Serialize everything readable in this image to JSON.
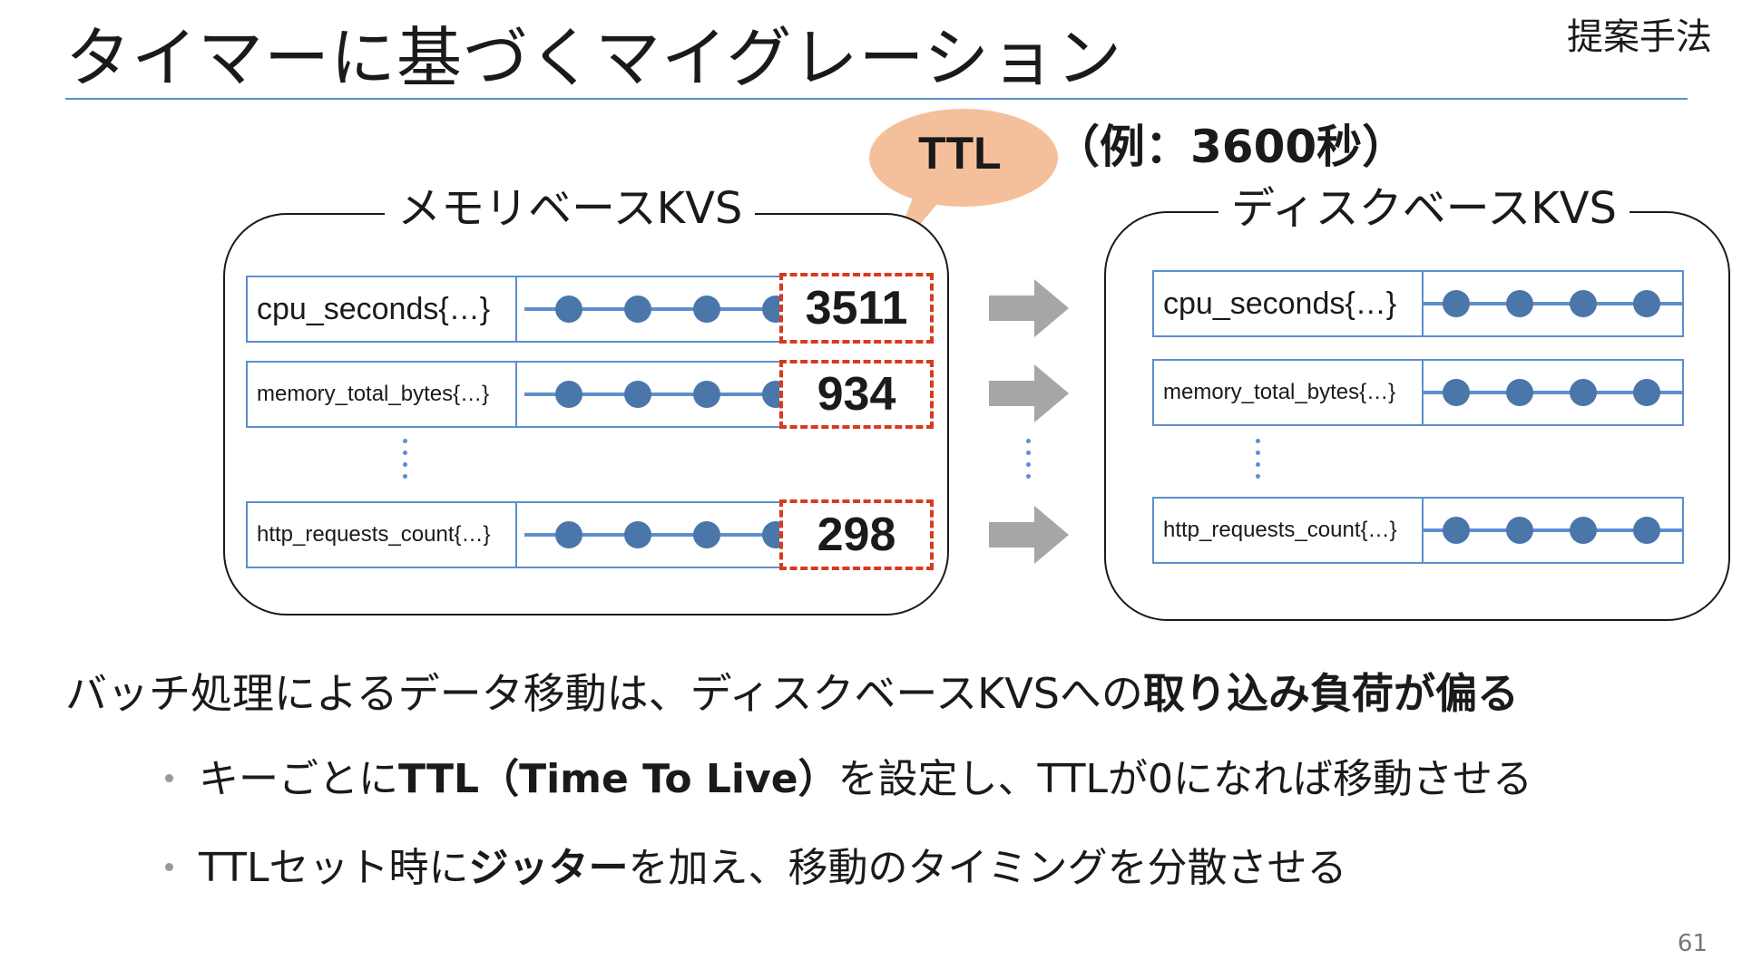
{
  "header": {
    "title": "タイマーに基づくマイグレーション",
    "section": "提案手法"
  },
  "colors": {
    "row_border": "#5b8fd0",
    "dot": "#4a76aa",
    "ttl_border": "#d93a1e",
    "bubble": "#f4c09b",
    "arrow": "#a6a6a6",
    "rule": "#5b8fd0"
  },
  "diagram": {
    "memory_kvs": {
      "title": "メモリベースKVS",
      "rows": [
        {
          "label": "cpu_seconds{…}",
          "ttl": "3511"
        },
        {
          "label": "memory_total_bytes{…}",
          "ttl": "934"
        },
        {
          "label": "http_requests_count{…}",
          "ttl": "298"
        }
      ]
    },
    "disk_kvs": {
      "title": "ディスクベースKVS",
      "rows": [
        {
          "label": "cpu_seconds{…}"
        },
        {
          "label": "memory_total_bytes{…}"
        },
        {
          "label": "http_requests_count{…}"
        }
      ]
    },
    "bubble": {
      "label": "TTL",
      "example": "（例：3600秒）"
    }
  },
  "body": {
    "lead_plain": "バッチ処理によるデータ移動は、ディスクベースKVSへの",
    "lead_bold": "取り込み負荷が偏る",
    "bullets": [
      {
        "pre": "キーごとに",
        "bold": "TTL（Time To Live）",
        "post": "を設定し、TTLが0になれば移動させる"
      },
      {
        "pre": "TTLセット時に",
        "bold": "ジッター",
        "post": "を加え、移動のタイミングを分散させる"
      }
    ]
  },
  "page_number": "61"
}
